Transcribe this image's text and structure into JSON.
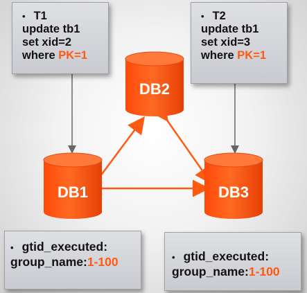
{
  "tx1": {
    "bullet": "•",
    "name": "T1",
    "line1": "update tb1",
    "line2": "set xid=2",
    "where_prefix": "where ",
    "condition": "PK=1"
  },
  "tx2": {
    "bullet": "•",
    "name": "T2",
    "line1": "update tb1",
    "line2": "set xid=3",
    "where_prefix": "where ",
    "condition": "PK=1"
  },
  "databases": {
    "db1": "DB1",
    "db2": "DB2",
    "db3": "DB3"
  },
  "gtid1": {
    "bullet": "•",
    "label": "gtid_executed:",
    "group_label": "group_name:",
    "range": "1-100"
  },
  "gtid2": {
    "bullet": "•",
    "label": "gtid_executed:",
    "group_label": "group_name:",
    "range": "1-100"
  },
  "colors": {
    "db_orange": "#ff5a14",
    "box_gray": "#d3d5da",
    "highlight": "#ff5a14"
  }
}
